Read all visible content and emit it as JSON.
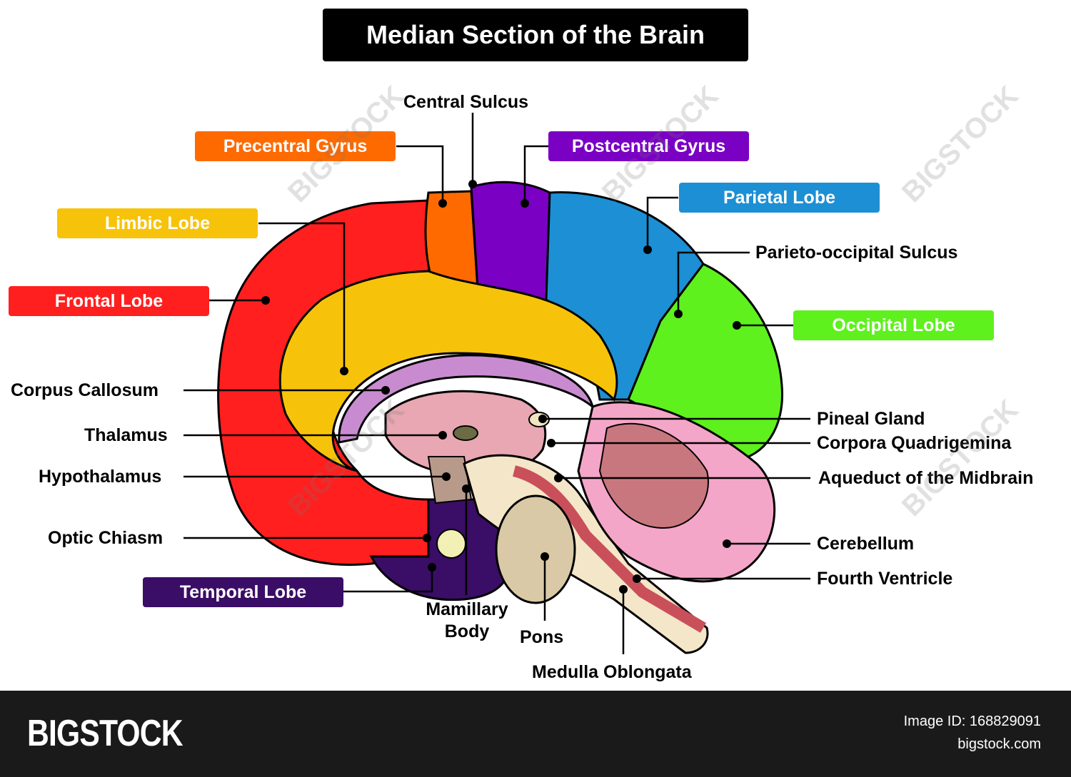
{
  "title": "Median Section of the Brain",
  "labels": {
    "central_sulcus": "Central Sulcus",
    "precentral_gyrus": "Precentral Gyrus",
    "postcentral_gyrus": "Postcentral Gyrus",
    "parietal_lobe": "Parietal Lobe",
    "limbic_lobe": "Limbic Lobe",
    "parieto_occipital_sulcus": "Parieto-occipital Sulcus",
    "frontal_lobe": "Frontal Lobe",
    "occipital_lobe": "Occipital Lobe",
    "corpus_callosum": "Corpus Callosum",
    "pineal_gland": "Pineal Gland",
    "corpora_quadrigemina": "Corpora Quadrigemina",
    "thalamus": "Thalamus",
    "hypothalamus": "Hypothalamus",
    "aqueduct": "Aqueduct of the Midbrain",
    "optic_chiasm": "Optic Chiasm",
    "cerebellum": "Cerebellum",
    "fourth_ventricle": "Fourth Ventricle",
    "temporal_lobe": "Temporal Lobe",
    "mamillary_body_1": "Mamillary",
    "mamillary_body_2": "Body",
    "pons": "Pons",
    "medulla_oblongata": "Medulla Oblongata"
  },
  "colors": {
    "frontal": "#ff1f1f",
    "precentral": "#ff6a00",
    "postcentral": "#7a00c4",
    "parietal": "#1d8fd4",
    "limbic": "#f7c30a",
    "occipital": "#5ef11d",
    "temporal": "#3a0d66",
    "cerebellum": "#f4a6c8"
  },
  "footer": {
    "logo": "BIGSTOCK",
    "image_id": "Image ID: 168829091",
    "site": "bigstock.com"
  },
  "watermark": "BIGSTOCK"
}
